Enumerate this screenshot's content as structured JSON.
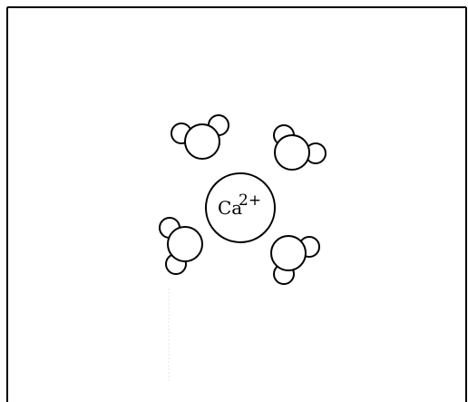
{
  "diagram": {
    "ion": {
      "symbol": "Ca",
      "charge": "2+"
    },
    "water_molecule_count": 4,
    "colors": {
      "stroke": "#000000",
      "fill": "#ffffff",
      "background": "#ffffff"
    }
  }
}
